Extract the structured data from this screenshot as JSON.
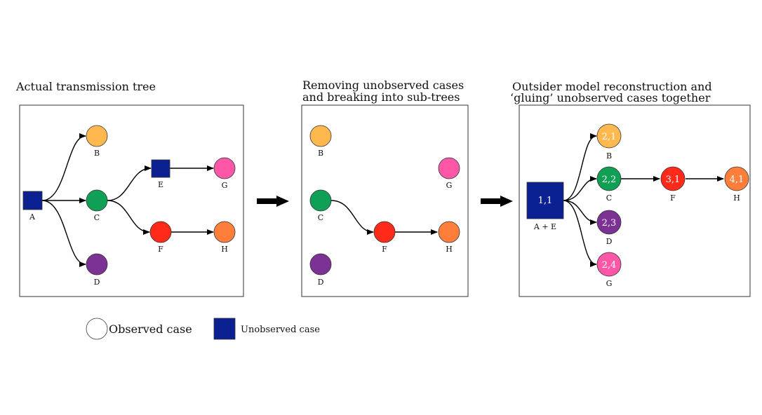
{
  "panels": {
    "p1": {
      "title_line1": "Actual transmission tree"
    },
    "p2": {
      "title_line1": "Removing unobserved cases",
      "title_line2": "and breaking into sub-trees"
    },
    "p3": {
      "title_line1": "Outsider model reconstruction and",
      "title_line2": "‘gluing’ unobserved cases together"
    }
  },
  "nodes": {
    "A": "A",
    "B": "B",
    "C": "C",
    "D": "D",
    "E": "E",
    "F": "F",
    "G": "G",
    "H": "H",
    "AE": "A + E"
  },
  "inner_labels": {
    "AE": "1,1",
    "B": "2,1",
    "C": "2,2",
    "D": "2,3",
    "G": "2,4",
    "F": "3,1",
    "H": "4,1"
  },
  "legend": {
    "observed": "Observed case",
    "unobserved": "Unobserved case"
  },
  "colors": {
    "orange_light": "#ffb84d",
    "green": "#10a055",
    "purple": "#7b3294",
    "navy": "#0b2191",
    "pink": "#ff57a8",
    "red": "#ff2a1a",
    "orange": "#ff7f3a"
  }
}
